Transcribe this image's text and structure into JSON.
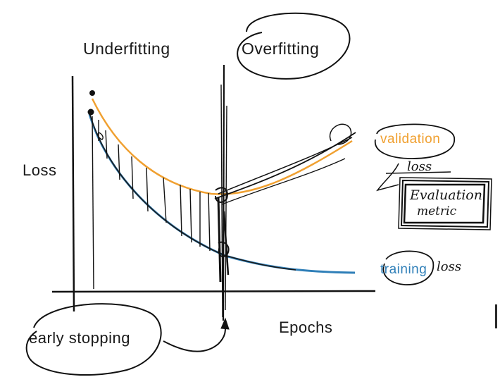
{
  "labels": {
    "underfitting": "Underfitting",
    "overfitting": "Overfitting",
    "ylabel": "Loss",
    "xlabel": "Epochs",
    "early_stopping": "early stopping",
    "validation": "validation",
    "training": "training"
  },
  "annotations": {
    "val_loss": "loss",
    "metric_line1": "Evaluation",
    "metric_line2": "metric",
    "train_loss": "loss"
  },
  "colors": {
    "validation": "#f0a030",
    "training": "#2f7fb8",
    "ink": "#111111"
  },
  "curves": {
    "validation_points": [
      [
        0,
        10
      ],
      [
        1,
        8.8
      ],
      [
        2,
        7.8
      ],
      [
        3,
        7.1
      ],
      [
        4,
        6.6
      ],
      [
        5,
        6.45
      ],
      [
        6,
        6.9
      ],
      [
        7,
        7.8
      ],
      [
        8,
        9.0
      ]
    ],
    "training_points": [
      [
        0,
        9.6
      ],
      [
        1,
        7.4
      ],
      [
        2,
        5.9
      ],
      [
        3,
        4.9
      ],
      [
        4,
        4.2
      ],
      [
        5,
        3.6
      ],
      [
        6,
        3.25
      ],
      [
        7,
        3.1
      ],
      [
        8,
        3.05
      ]
    ]
  }
}
